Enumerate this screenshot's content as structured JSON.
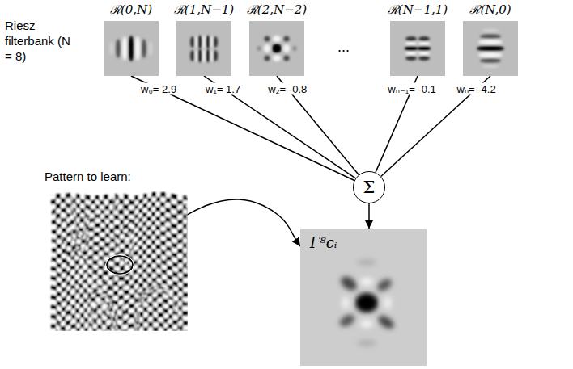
{
  "diagram": {
    "nodes": [
      {
        "text": [
          "ℛ(0,N)"
        ]
      },
      {
        "text": [
          "ℛ(1,N−1)"
        ]
      },
      {
        "text": [
          "ℛ(2,N−2)"
        ]
      },
      {
        "text": [
          "ℛ(N−1,1)"
        ]
      },
      {
        "text": [
          "ℛ(N,0)"
        ]
      },
      {
        "text": [
          "Σ"
        ]
      },
      {
        "text": [
          "Pattern to learn:"
        ]
      },
      {
        "text": [
          "Γ⁸cᵢ"
        ]
      }
    ],
    "edges": [
      {
        "from": 0,
        "to": 5,
        "arrow": "none",
        "label": "w₀= 2.9"
      },
      {
        "from": 1,
        "to": 5,
        "arrow": "none",
        "label": "w₁= 1.7"
      },
      {
        "from": 2,
        "to": 5,
        "arrow": "none",
        "label": "w₂= -0.8"
      },
      {
        "from": 3,
        "to": 5,
        "arrow": "none",
        "label": "wₙ₋₁= -0.1"
      },
      {
        "from": 4,
        "to": 5,
        "arrow": "none",
        "label": "wₙ= -4.2"
      },
      {
        "from": 5,
        "to": 7,
        "arrow": "to"
      },
      {
        "from": 6,
        "to": 7,
        "arrow": "to"
      }
    ],
    "labels": [
      "Riesz filterbank (N = 8)",
      "..."
    ]
  }
}
